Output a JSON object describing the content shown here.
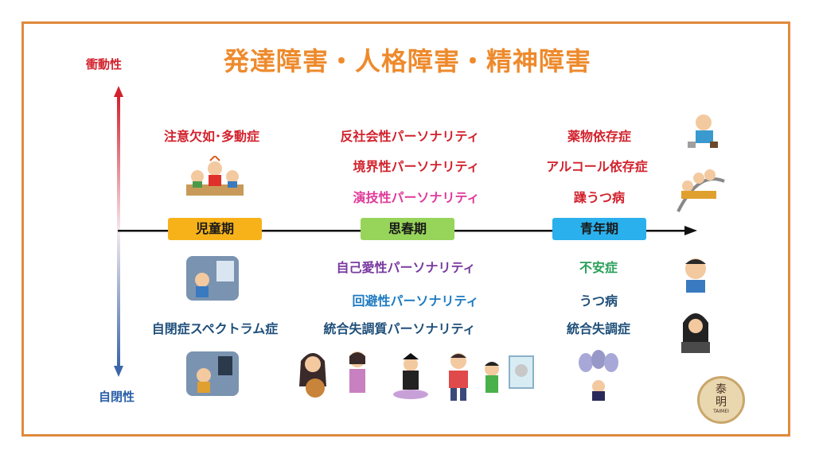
{
  "title": "発達障害・人格障害・精神障害",
  "axis": {
    "top": "衝動性",
    "bottom": "自閉性"
  },
  "periods": [
    {
      "label": "児童期",
      "color": "#f7b21a"
    },
    {
      "label": "思春期",
      "color": "#97d45a"
    },
    {
      "label": "青年期",
      "color": "#2ab0ec"
    }
  ],
  "upper": {
    "child": [
      "注意欠如･多動症"
    ],
    "adolescent": [
      "反社会性パーソナリティ",
      "境界性パーソナリティ",
      "演技性パーソナリティ"
    ],
    "youth": [
      "薬物依存症",
      "アルコール依存症",
      "躁うつ病"
    ]
  },
  "lower": {
    "child": [
      "自閉症スペクトラム症"
    ],
    "adolescent": [
      "自己愛性パーソナリティ",
      "回避性パーソナリティ",
      "統合失調質パーソナリティ"
    ],
    "youth": [
      "不安症",
      "うつ病",
      "統合失調症"
    ]
  },
  "seal": {
    "kanji_top": "泰",
    "kanji_bottom": "明",
    "small": "TAIMEI"
  },
  "colors": {
    "frame": "#e08a3c",
    "title": "#ee8a2c",
    "impulsive": "#d2222d",
    "autistic": "#3b66a8",
    "pink": "#e03a9a",
    "purple": "#7a3aa0",
    "blue": "#1e7bc2",
    "green": "#2aa05a",
    "navy": "#1f4f7a"
  }
}
